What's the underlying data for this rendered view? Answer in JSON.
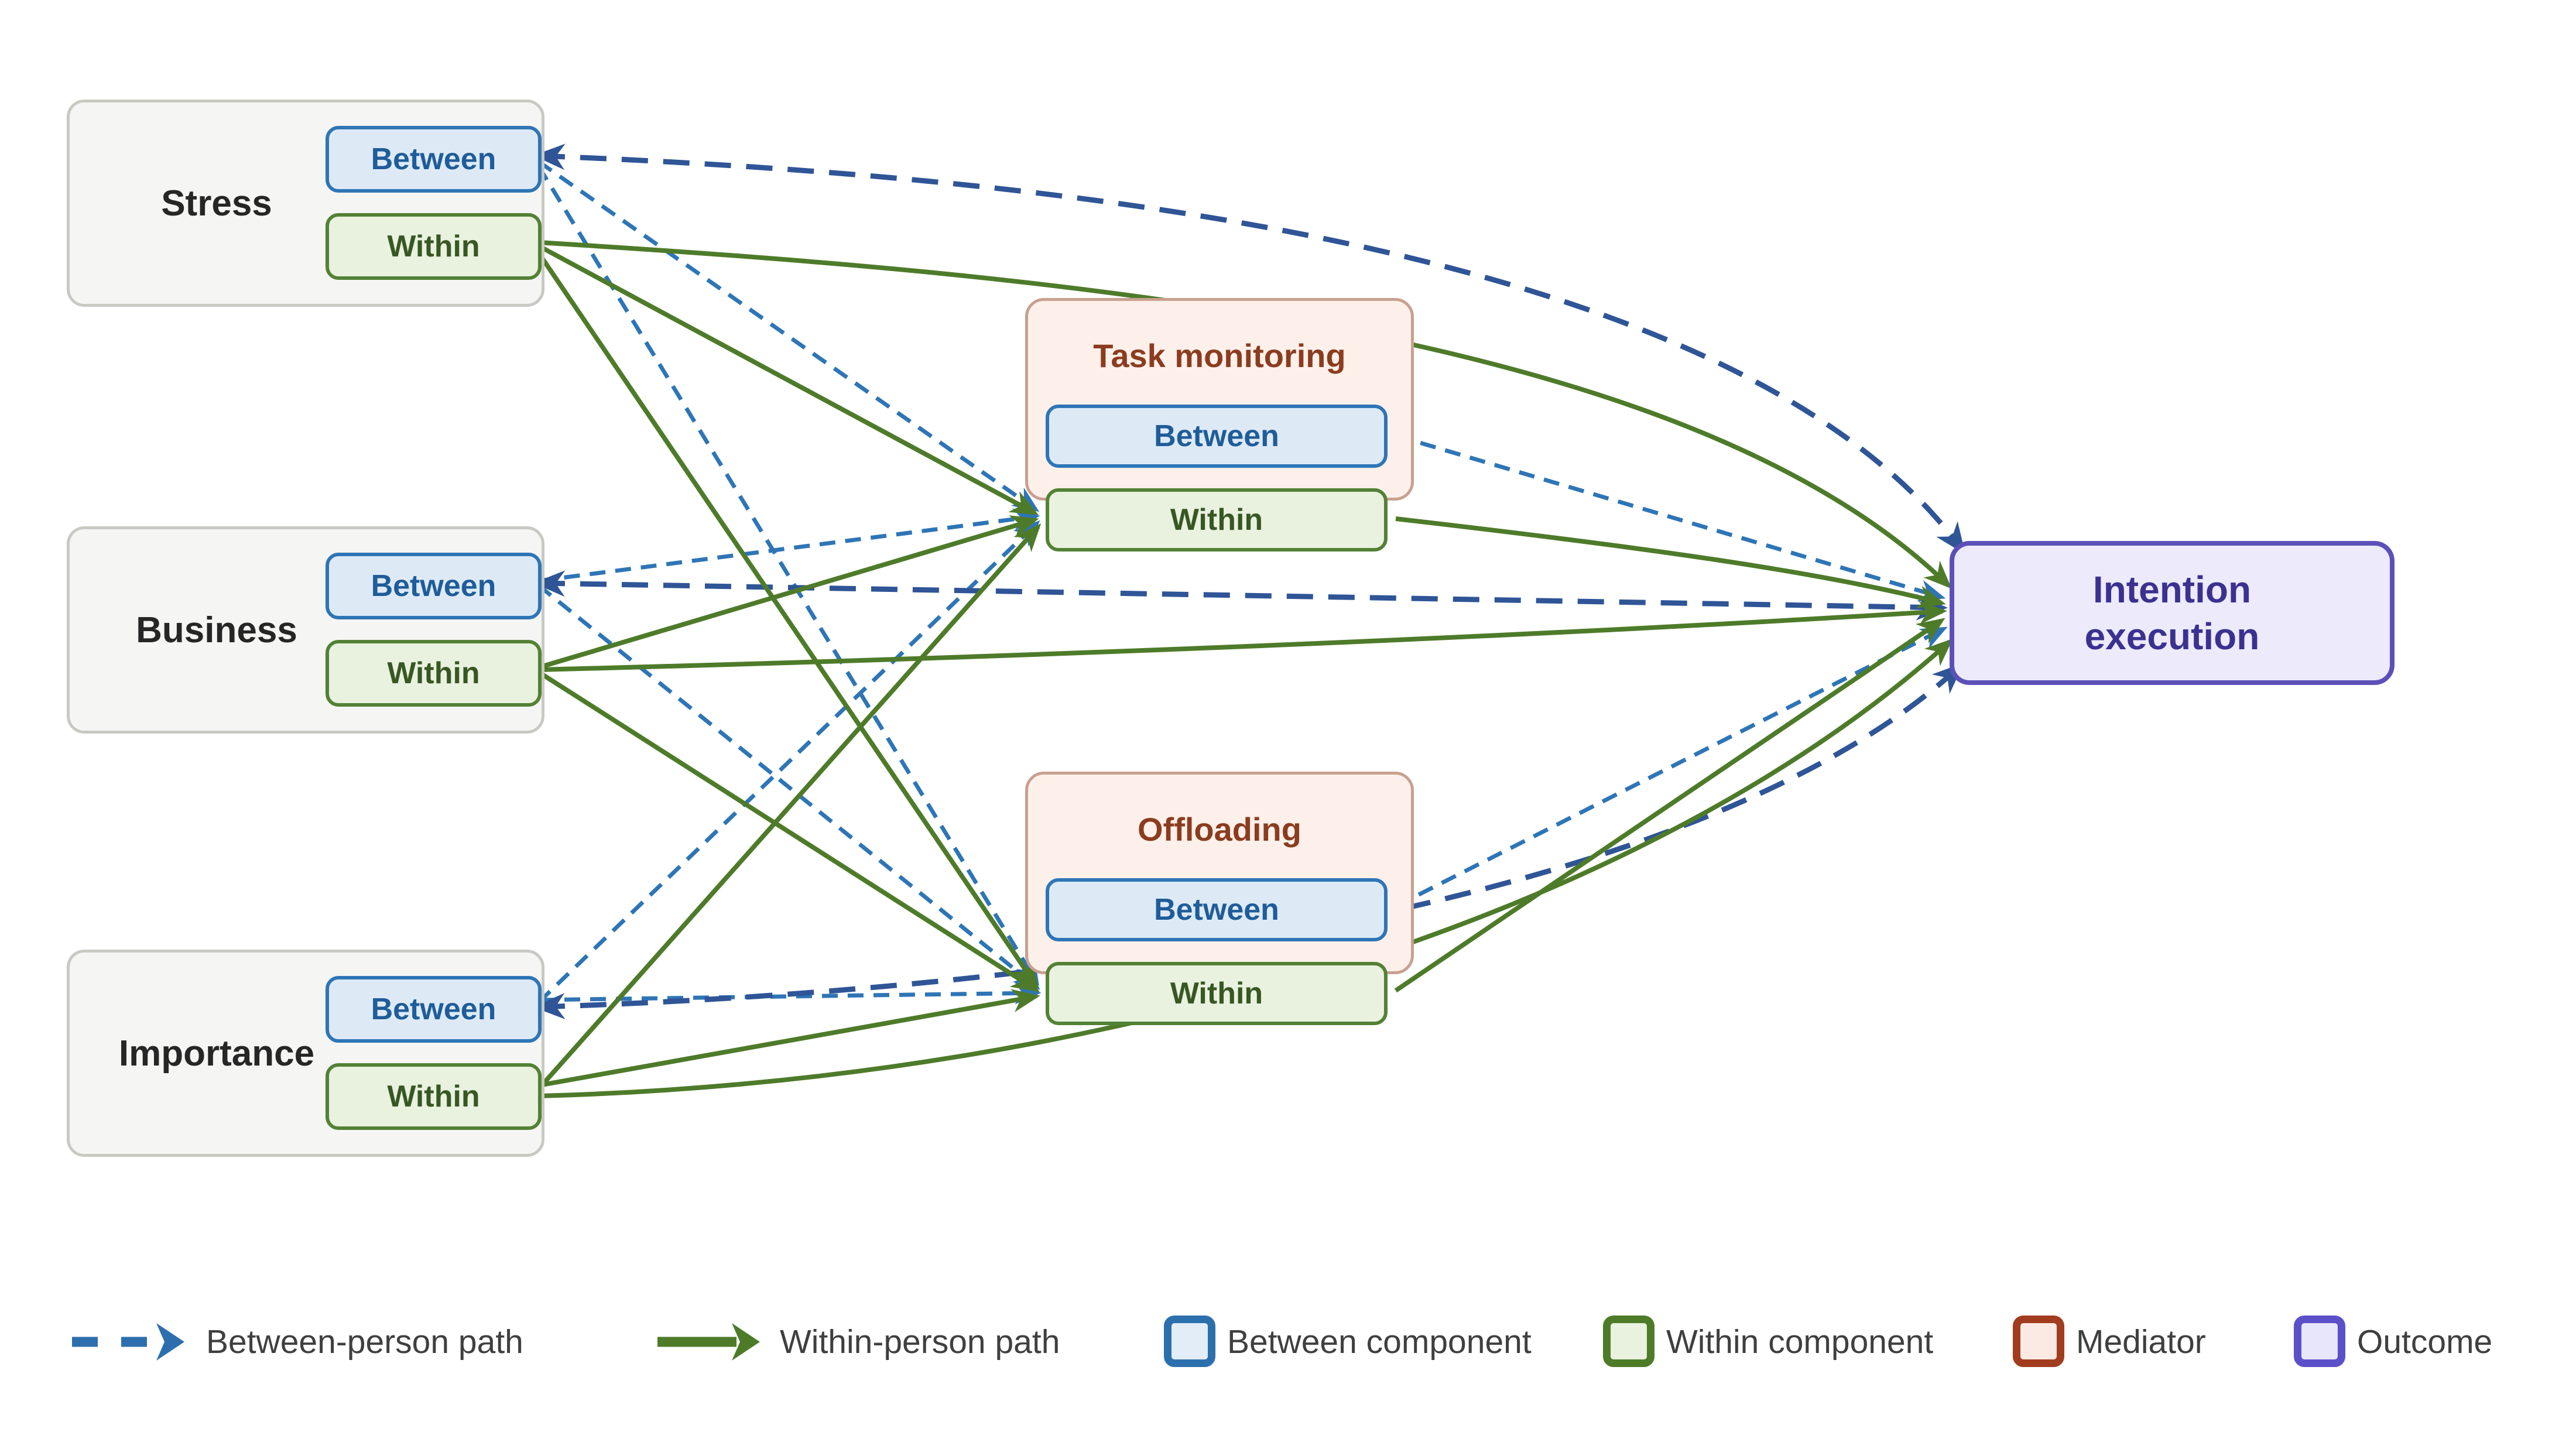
{
  "diagram": {
    "predictors": [
      {
        "id": "stress",
        "label": "Stress",
        "between_label": "Between",
        "within_label": "Within"
      },
      {
        "id": "business",
        "label": "Business",
        "between_label": "Between",
        "within_label": "Within"
      },
      {
        "id": "importance",
        "label": "Importance",
        "between_label": "Between",
        "within_label": "Within"
      }
    ],
    "mediators": [
      {
        "id": "task_monitoring",
        "label": "Task monitoring",
        "between_label": "Between",
        "within_label": "Within"
      },
      {
        "id": "offloading",
        "label": "Offloading",
        "between_label": "Between",
        "within_label": "Within"
      }
    ],
    "outcome": {
      "id": "outcome",
      "label": "Intention execution"
    },
    "edges": [
      {
        "from": "stress.between",
        "to": "task_monitoring",
        "type": "between"
      },
      {
        "from": "stress.between",
        "to": "offloading",
        "type": "between"
      },
      {
        "from": "stress.between",
        "to": "outcome",
        "type": "direct"
      },
      {
        "from": "business.between",
        "to": "task_monitoring",
        "type": "between"
      },
      {
        "from": "business.between",
        "to": "offloading",
        "type": "between"
      },
      {
        "from": "business.between",
        "to": "outcome",
        "type": "direct"
      },
      {
        "from": "importance.between",
        "to": "task_monitoring",
        "type": "between"
      },
      {
        "from": "importance.between",
        "to": "offloading",
        "type": "between"
      },
      {
        "from": "importance.between",
        "to": "outcome",
        "type": "direct"
      },
      {
        "from": "task_monitoring.between",
        "to": "outcome",
        "type": "between"
      },
      {
        "from": "offloading.between",
        "to": "outcome",
        "type": "between"
      },
      {
        "from": "stress.within",
        "to": "task_monitoring",
        "type": "within"
      },
      {
        "from": "stress.within",
        "to": "offloading",
        "type": "within"
      },
      {
        "from": "stress.within",
        "to": "outcome",
        "type": "within"
      },
      {
        "from": "business.within",
        "to": "task_monitoring",
        "type": "within"
      },
      {
        "from": "business.within",
        "to": "offloading",
        "type": "within"
      },
      {
        "from": "business.within",
        "to": "outcome",
        "type": "within"
      },
      {
        "from": "importance.within",
        "to": "task_monitoring",
        "type": "within"
      },
      {
        "from": "importance.within",
        "to": "offloading",
        "type": "within"
      },
      {
        "from": "importance.within",
        "to": "outcome",
        "type": "within"
      },
      {
        "from": "task_monitoring.within",
        "to": "outcome",
        "type": "within"
      },
      {
        "from": "offloading.within",
        "to": "outcome",
        "type": "within"
      }
    ],
    "colors": {
      "between_path": "#2e75b6",
      "between_direct_path": "#2f5597",
      "within_path": "#4e7b2a",
      "between_fill": "#ddeaf6",
      "between_border": "#2e75b6",
      "within_fill": "#e9f1df",
      "within_border": "#538135",
      "predictor_fill": "#f5f5f4",
      "predictor_border": "#c9c9c4",
      "mediator_fill": "#fdf0ea",
      "mediator_border": "#c9a090",
      "mediator_title": "#8b3c1f",
      "outcome_fill": "#eceafb",
      "outcome_border": "#5c50b8"
    }
  },
  "legend": {
    "items": [
      {
        "label": "Between-person path",
        "swatch": "dashed-arrow"
      },
      {
        "label": "Within-person path",
        "swatch": "solid-arrow"
      },
      {
        "label": "Between component",
        "swatch": "between-box"
      },
      {
        "label": "Within component",
        "swatch": "within-box"
      },
      {
        "label": "Mediator",
        "swatch": "mediator-box"
      },
      {
        "label": "Outcome",
        "swatch": "outcome-box"
      }
    ]
  }
}
